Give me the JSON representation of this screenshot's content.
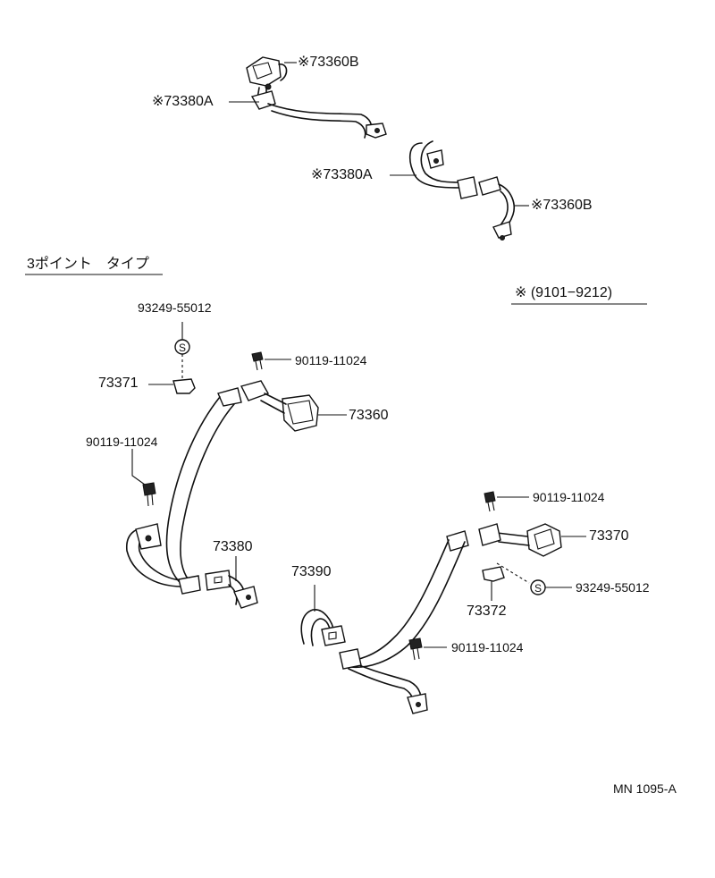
{
  "diagram": {
    "labels": {
      "p73360b_top": "※73360B",
      "p73380a_top": "※73380A",
      "p73380a_mid": "※73380A",
      "p73360b_mid": "※73360B",
      "section_3point": "3ポイント　タイプ",
      "period_note": "※ (9101−9212)",
      "p93249_left": "93249-55012",
      "p90119_a": "90119-11024",
      "p73371": "73371",
      "p73360": "73360",
      "p90119_left": "90119-11024",
      "p73380": "73380",
      "p90119_right": "90119-11024",
      "p73370": "73370",
      "p73390": "73390",
      "p93249_right": "93249-55012",
      "p73372": "73372",
      "p90119_bottom": "90119-11024",
      "figure_id": "MN 1095-A"
    }
  }
}
